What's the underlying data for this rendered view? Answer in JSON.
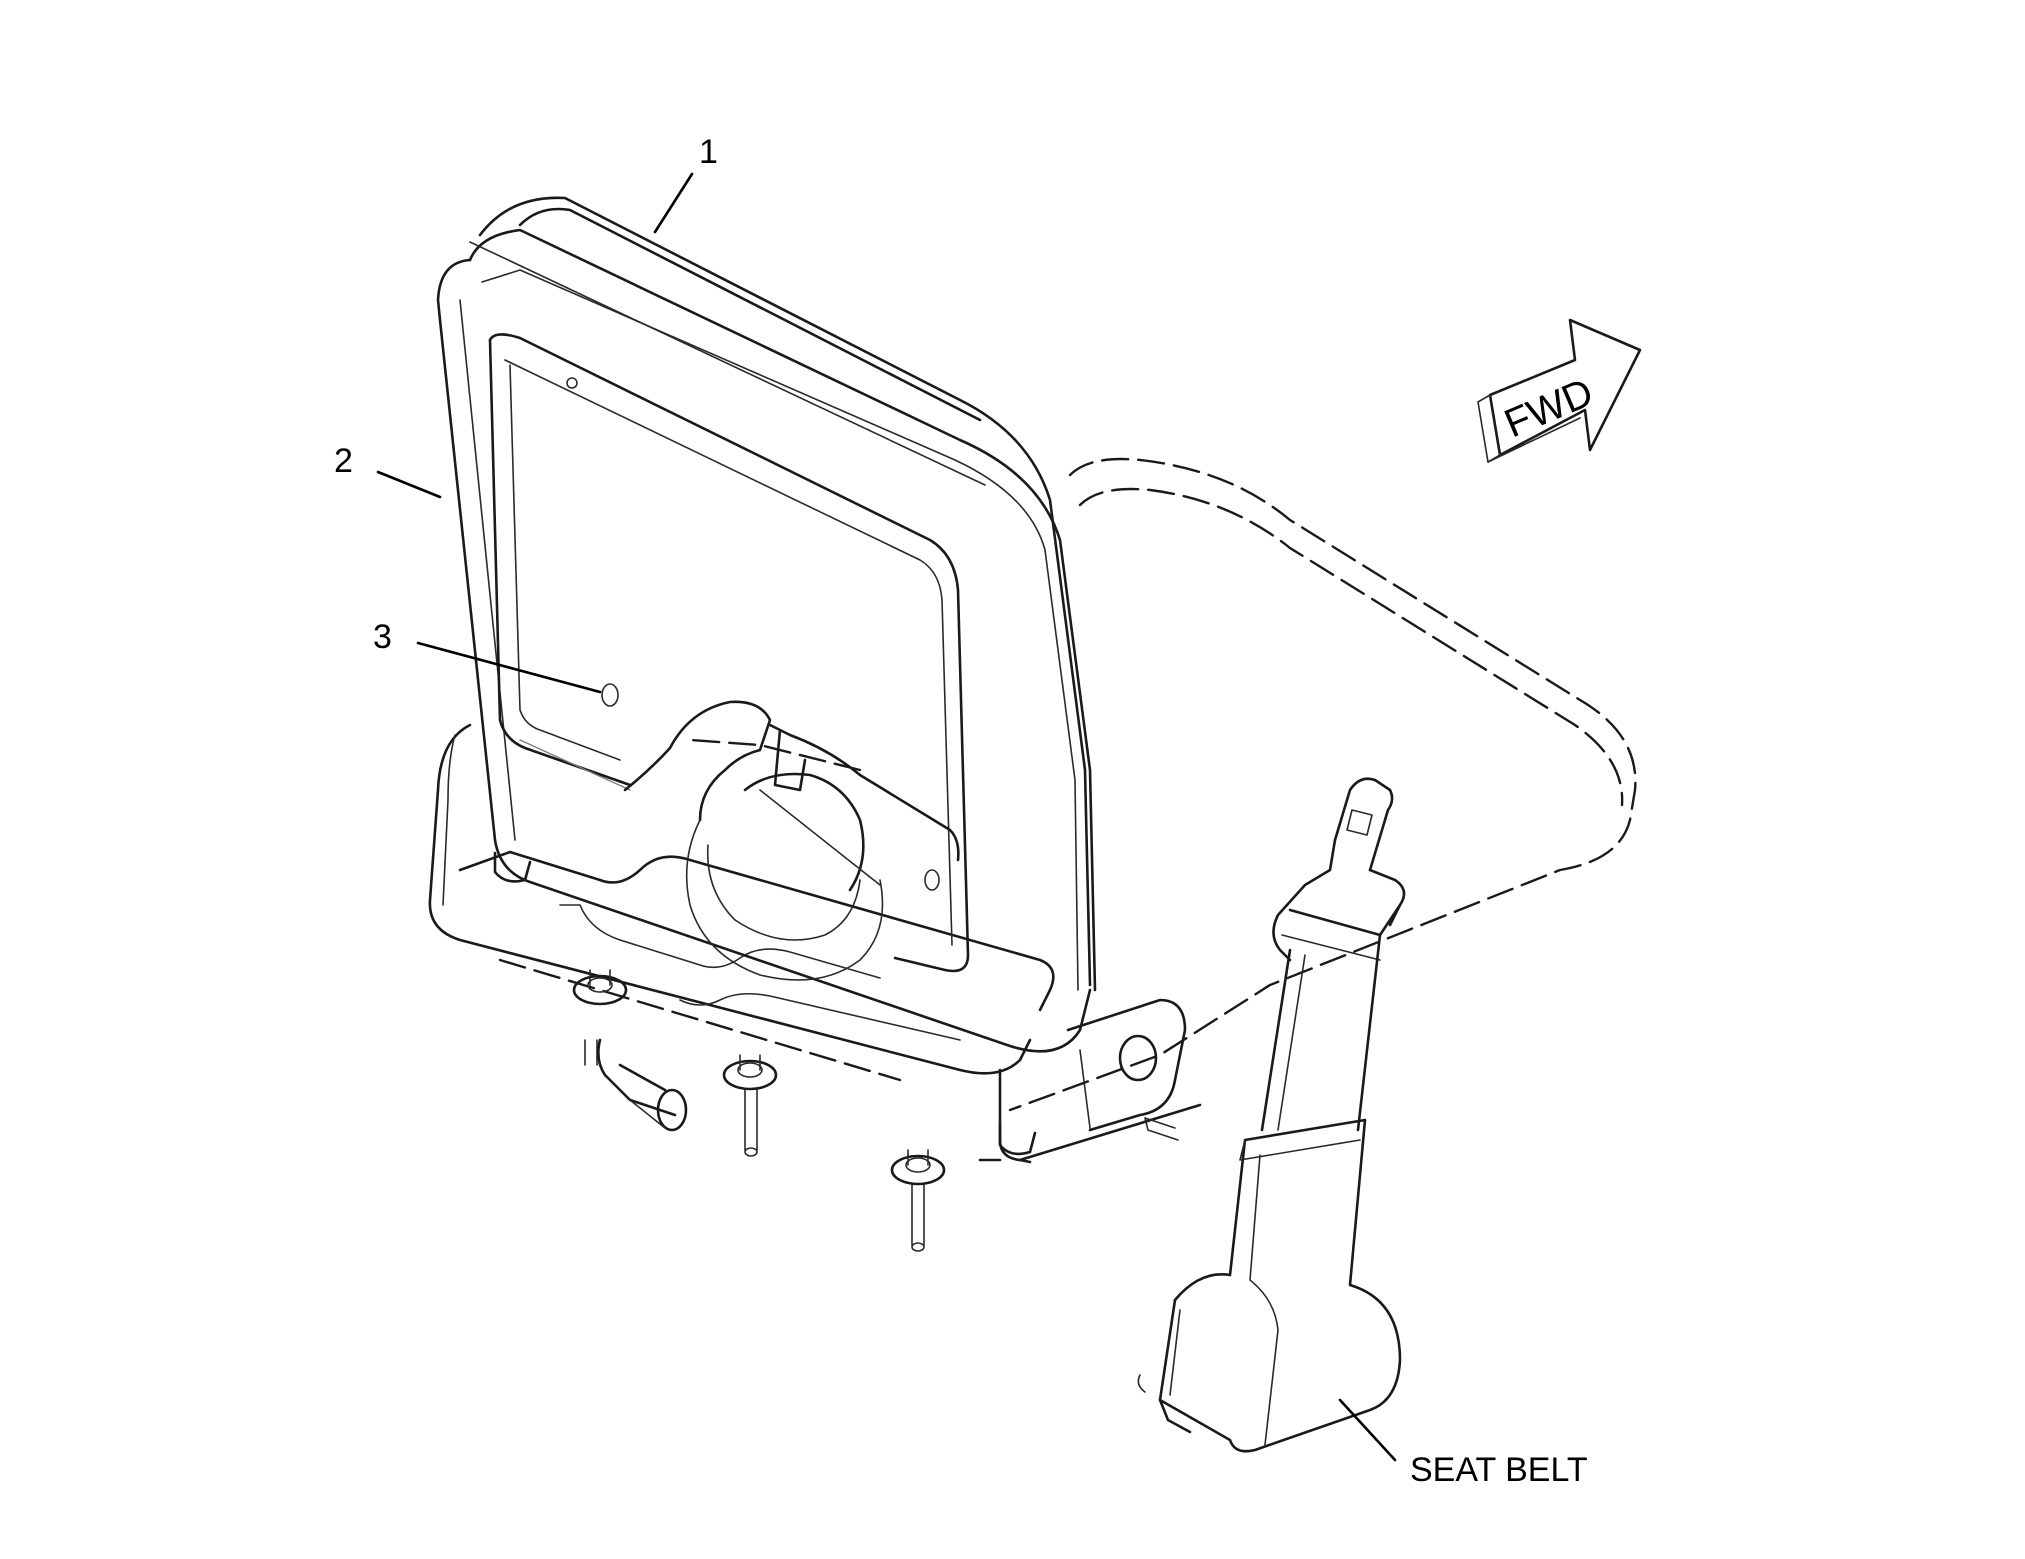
{
  "callouts": {
    "item_1": "1",
    "item_2": "2",
    "item_3": "3",
    "seat_belt": "SEAT BELT"
  },
  "direction_arrow": {
    "label": "FWD"
  }
}
